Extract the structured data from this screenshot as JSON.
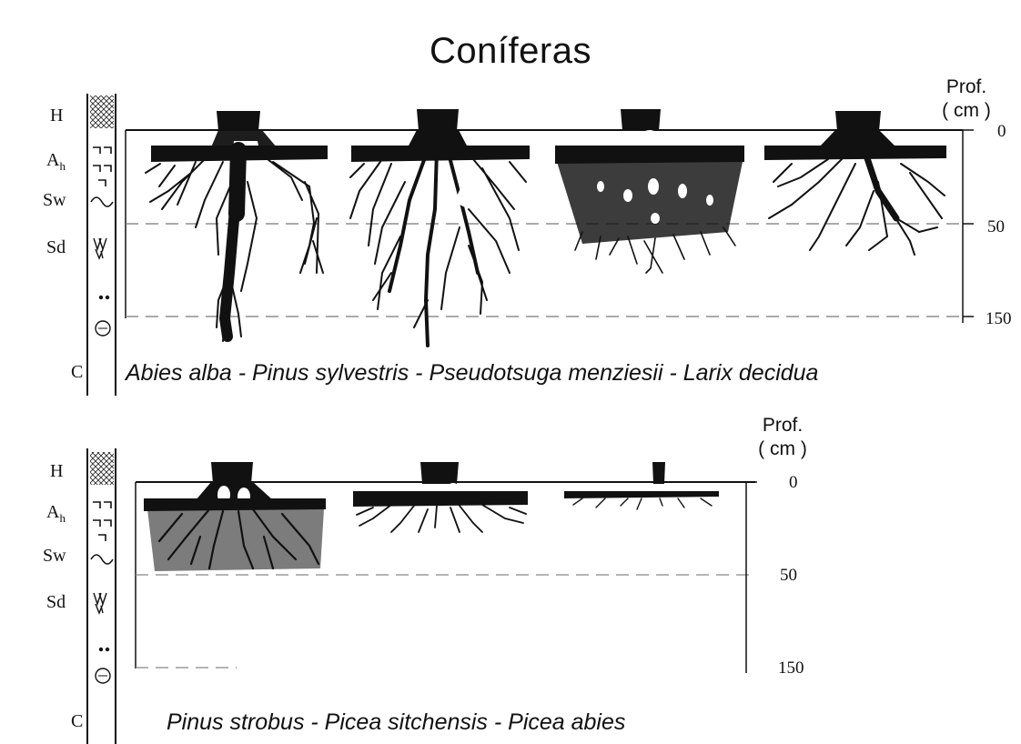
{
  "title": "Coníferas",
  "horizons": [
    "H",
    "Ah",
    "Sw",
    "Sd",
    "C"
  ],
  "horizon_display": {
    "h": "H",
    "ah_main": "A",
    "ah_sub": "h",
    "sw": "Sw",
    "sd": "Sd",
    "c": "C"
  },
  "panels": [
    {
      "prof_line1": "Prof.",
      "prof_line2": "( cm )",
      "depth_ticks": [
        "0",
        "50",
        "150"
      ],
      "species": [
        "Abies alba",
        "Pinus sylvestris",
        "Pseudotsuga menziesii",
        "Larix decidua"
      ],
      "caption": "Abies alba - Pinus sylvestris - Pseudotsuga menziesii - Larix decidua"
    },
    {
      "prof_line1": "Prof.",
      "prof_line2": "( cm )",
      "depth_ticks": [
        "0",
        "50",
        "150"
      ],
      "species": [
        "Pinus strobus",
        "Picea sitchensis",
        "Picea abies"
      ],
      "caption": "Pinus strobus - Picea sitchensis - Picea abies"
    }
  ],
  "colors": {
    "ink": "#111111",
    "background": "#ffffff",
    "dash": "#777777"
  }
}
